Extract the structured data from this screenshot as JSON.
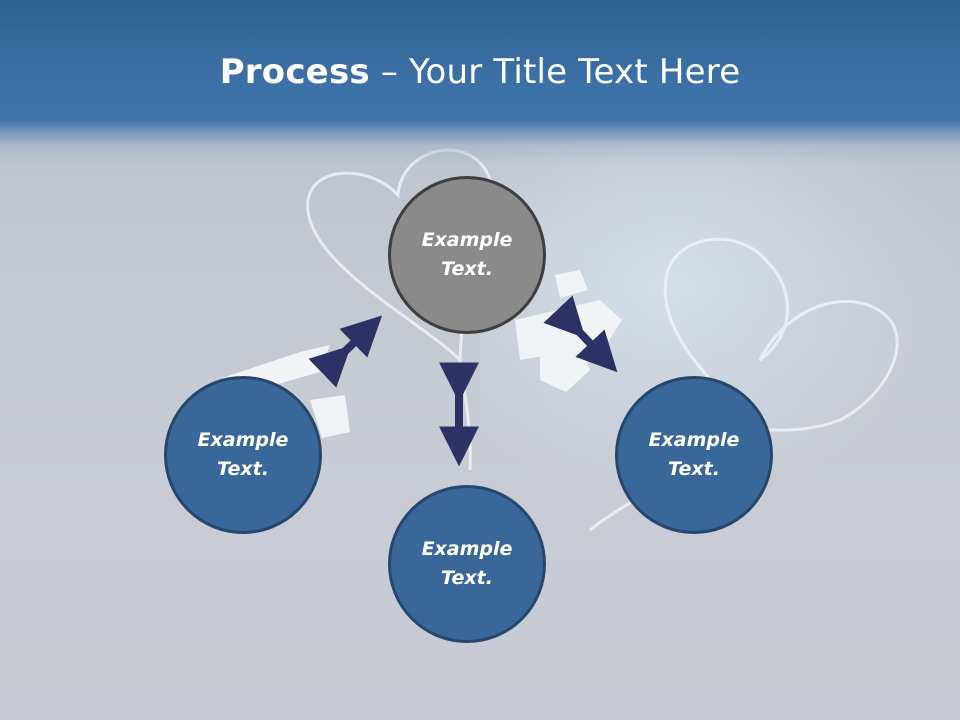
{
  "slide": {
    "title_bold": "Process",
    "title_rest": " – Your Title Text Here"
  },
  "nodes": {
    "center": "Example\nText.",
    "left": "Example\nText.",
    "bottom": "Example\nText.",
    "right": "Example\nText."
  },
  "colors": {
    "title_band": "#3b6fa5",
    "node_blue": "#3a6799",
    "node_blue_border": "#25476e",
    "node_grey": "#8a8a8a",
    "arrow": "#2e3166"
  }
}
